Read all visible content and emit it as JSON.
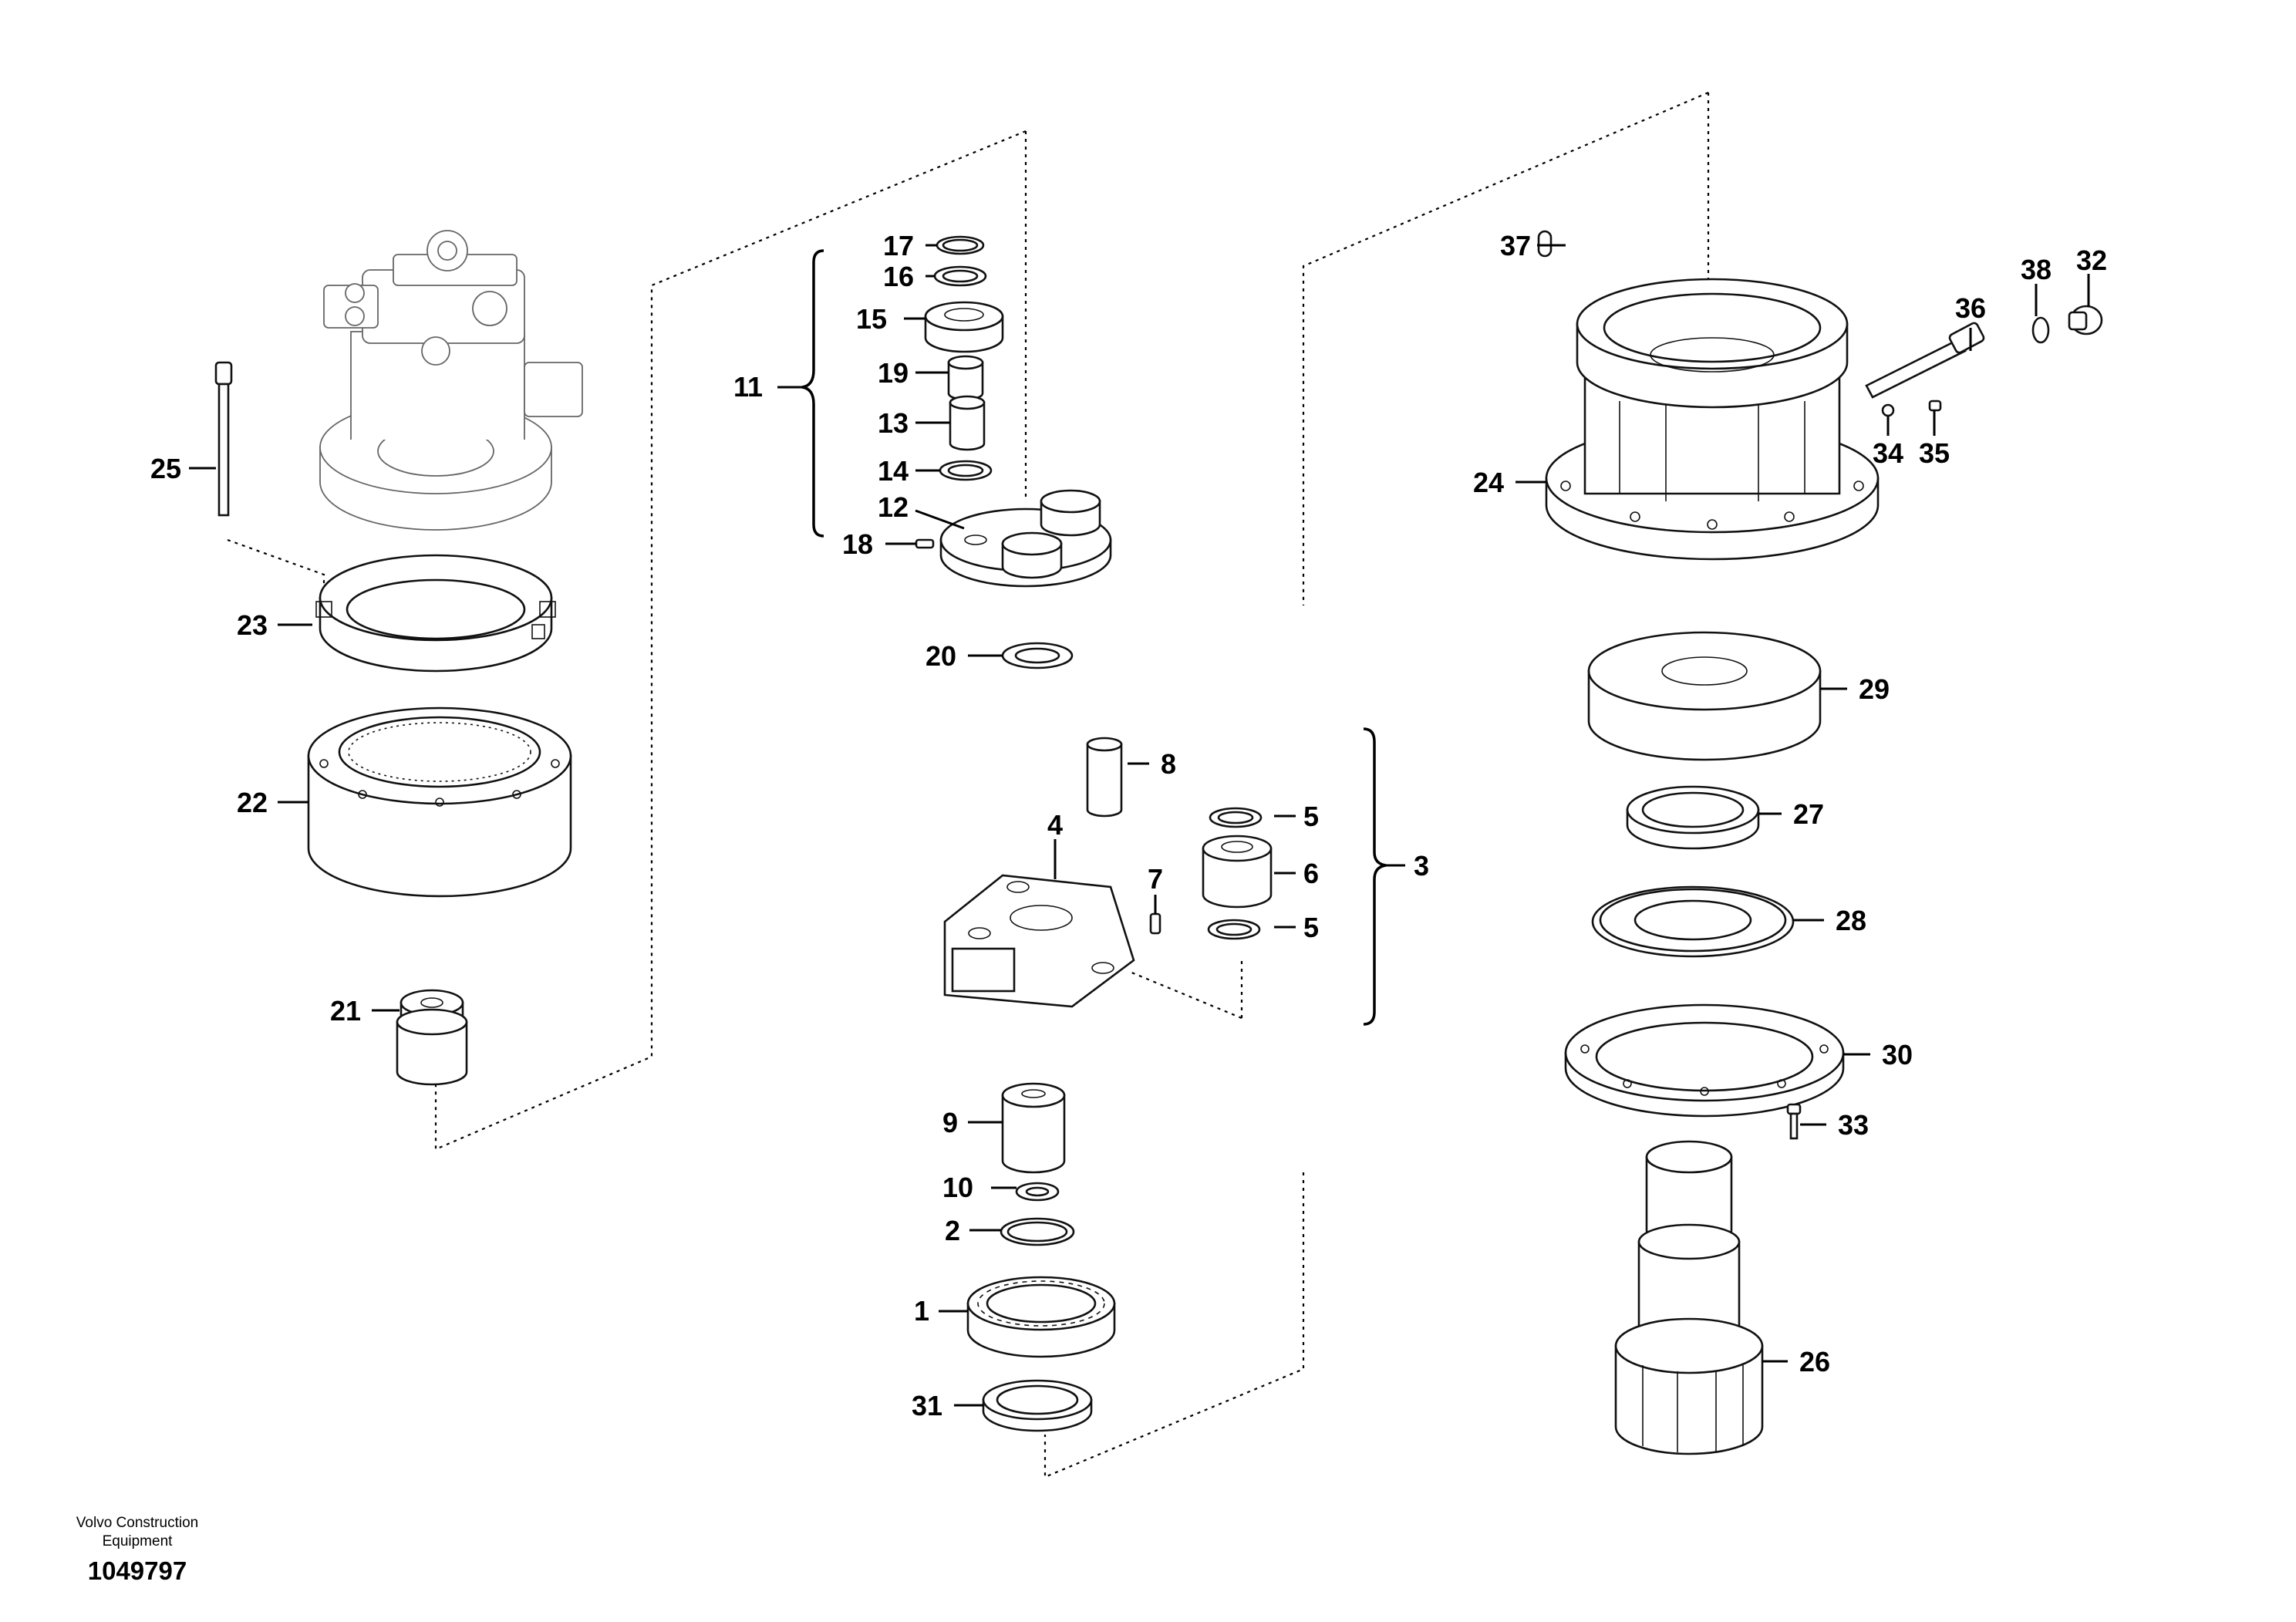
{
  "diagram": {
    "publisher": "Volvo Construction Equipment",
    "publisher_lines": [
      "Volvo Construction",
      "Equipment"
    ],
    "document_number": "1049797",
    "callouts": [
      {
        "id": "c1",
        "label": "1"
      },
      {
        "id": "c2",
        "label": "2"
      },
      {
        "id": "c3",
        "label": "3"
      },
      {
        "id": "c4",
        "label": "4"
      },
      {
        "id": "c5a",
        "label": "5"
      },
      {
        "id": "c5b",
        "label": "5"
      },
      {
        "id": "c6",
        "label": "6"
      },
      {
        "id": "c7",
        "label": "7"
      },
      {
        "id": "c8",
        "label": "8"
      },
      {
        "id": "c9",
        "label": "9"
      },
      {
        "id": "c10",
        "label": "10"
      },
      {
        "id": "c11",
        "label": "11"
      },
      {
        "id": "c12",
        "label": "12"
      },
      {
        "id": "c13",
        "label": "13"
      },
      {
        "id": "c14",
        "label": "14"
      },
      {
        "id": "c15",
        "label": "15"
      },
      {
        "id": "c16",
        "label": "16"
      },
      {
        "id": "c17",
        "label": "17"
      },
      {
        "id": "c18",
        "label": "18"
      },
      {
        "id": "c19",
        "label": "19"
      },
      {
        "id": "c20",
        "label": "20"
      },
      {
        "id": "c21",
        "label": "21"
      },
      {
        "id": "c22",
        "label": "22"
      },
      {
        "id": "c23",
        "label": "23"
      },
      {
        "id": "c24",
        "label": "24"
      },
      {
        "id": "c25",
        "label": "25"
      },
      {
        "id": "c26",
        "label": "26"
      },
      {
        "id": "c27",
        "label": "27"
      },
      {
        "id": "c28",
        "label": "28"
      },
      {
        "id": "c29",
        "label": "29"
      },
      {
        "id": "c30",
        "label": "30"
      },
      {
        "id": "c31",
        "label": "31"
      },
      {
        "id": "c32",
        "label": "32"
      },
      {
        "id": "c33",
        "label": "33"
      },
      {
        "id": "c34",
        "label": "34"
      },
      {
        "id": "c35",
        "label": "35"
      },
      {
        "id": "c36",
        "label": "36"
      },
      {
        "id": "c37",
        "label": "37"
      },
      {
        "id": "c38",
        "label": "38"
      }
    ]
  }
}
